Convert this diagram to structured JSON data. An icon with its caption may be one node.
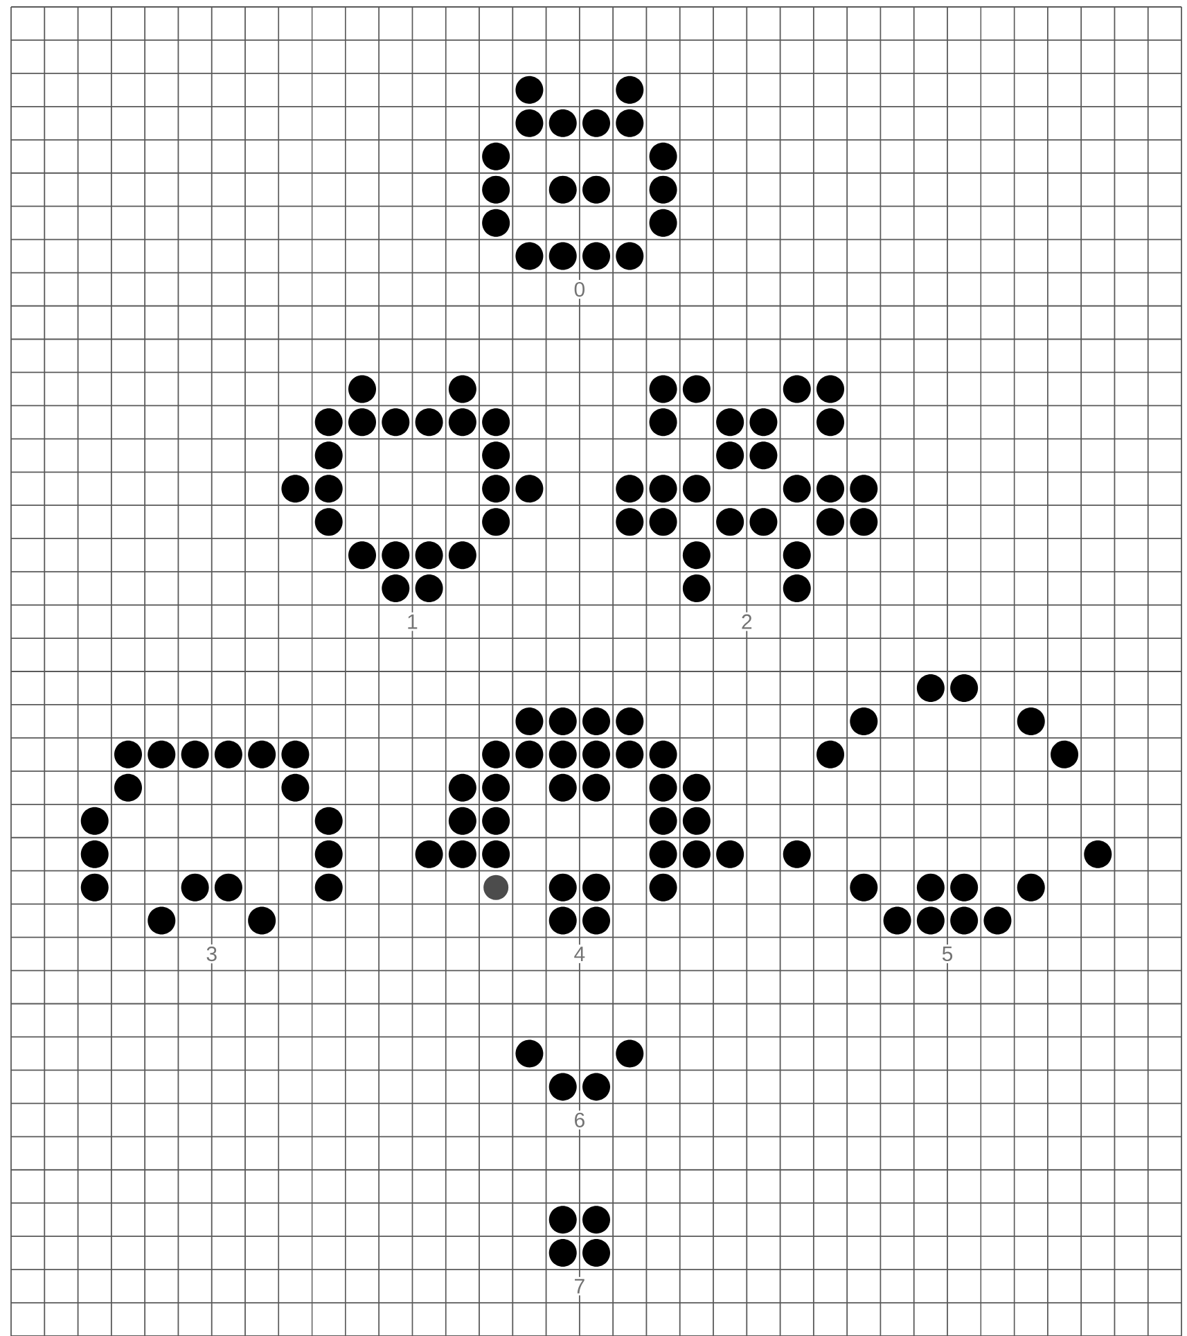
{
  "diagram": {
    "labels": [
      "0",
      "1",
      "2",
      "3",
      "4",
      "5",
      "6",
      "7"
    ]
  }
}
